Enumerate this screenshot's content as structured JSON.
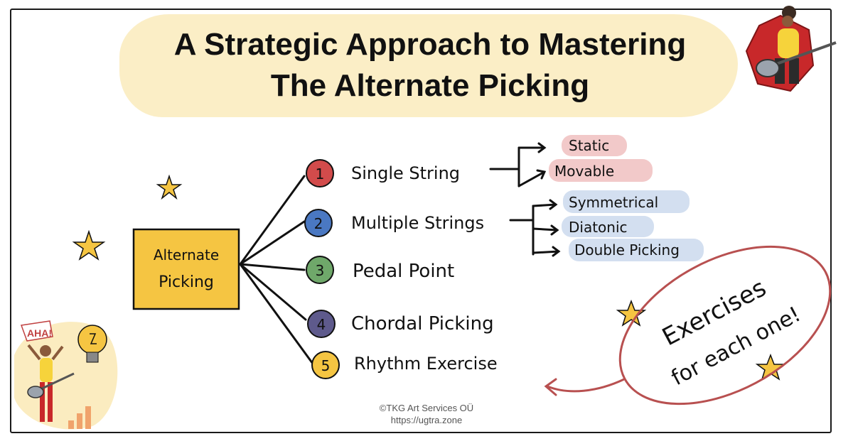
{
  "title": {
    "line1": "A Strategic Approach to Mastering",
    "line2": "The Alternate Picking"
  },
  "center_node": {
    "line1": "Alternate",
    "line2": "Picking",
    "color": "#f5c542"
  },
  "branches": [
    {
      "num": "1",
      "label": "Single String",
      "color": "#d24b4b",
      "subs": [
        {
          "label": "Static",
          "color": "#f2c9c9"
        },
        {
          "label": "Movable",
          "color": "#f2c9c9"
        }
      ]
    },
    {
      "num": "2",
      "label": "Multiple Strings",
      "color": "#4a78c2",
      "subs": [
        {
          "label": "Symmetrical",
          "color": "#d3dff0"
        },
        {
          "label": "Diatonic",
          "color": "#d3dff0"
        },
        {
          "label": "Double Picking",
          "color": "#d3dff0"
        }
      ]
    },
    {
      "num": "3",
      "label": "Pedal Point",
      "color": "#6fa86a",
      "subs": []
    },
    {
      "num": "4",
      "label": "Chordal Picking",
      "color": "#5e5a8c",
      "subs": []
    },
    {
      "num": "5",
      "label": "Rhythm Exercise",
      "color": "#f5c542",
      "subs": []
    }
  ],
  "callout": {
    "line1": "Exercises",
    "line2": "for each one!",
    "color": "#b85050"
  },
  "aha_label": "AHA!",
  "credit": {
    "line1": "©TKG Art Services OÜ",
    "line2": "https://ugtra.zone"
  },
  "icons": [
    "star-icon",
    "guitarist-badge-icon",
    "lightbulb-icon",
    "guitarist-icon"
  ]
}
